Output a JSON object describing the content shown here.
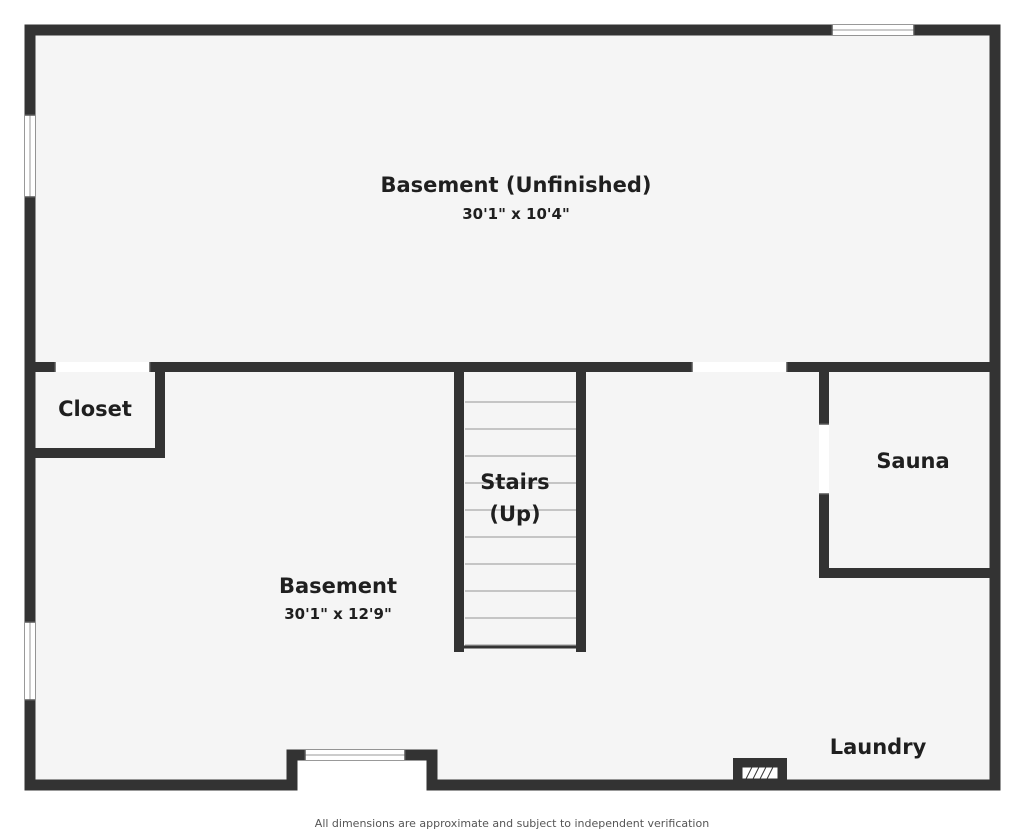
{
  "rooms": {
    "basement_unfinished": {
      "name": "Basement (Unfinished)",
      "dimensions": "30'1\" x 10'4\""
    },
    "closet": {
      "name": "Closet"
    },
    "stairs": {
      "line1": "Stairs",
      "line2": "(Up)"
    },
    "sauna": {
      "name": "Sauna"
    },
    "basement": {
      "name": "Basement",
      "dimensions": "30'1\" x 12'9\""
    },
    "laundry": {
      "name": "Laundry"
    }
  },
  "footer": {
    "disclaimer": "All dimensions are approximate and subject to independent verification"
  },
  "colors": {
    "wall": "#333333",
    "floor": "#f5f5f5",
    "window": "#ffffff",
    "text": "#1f1f1f"
  }
}
